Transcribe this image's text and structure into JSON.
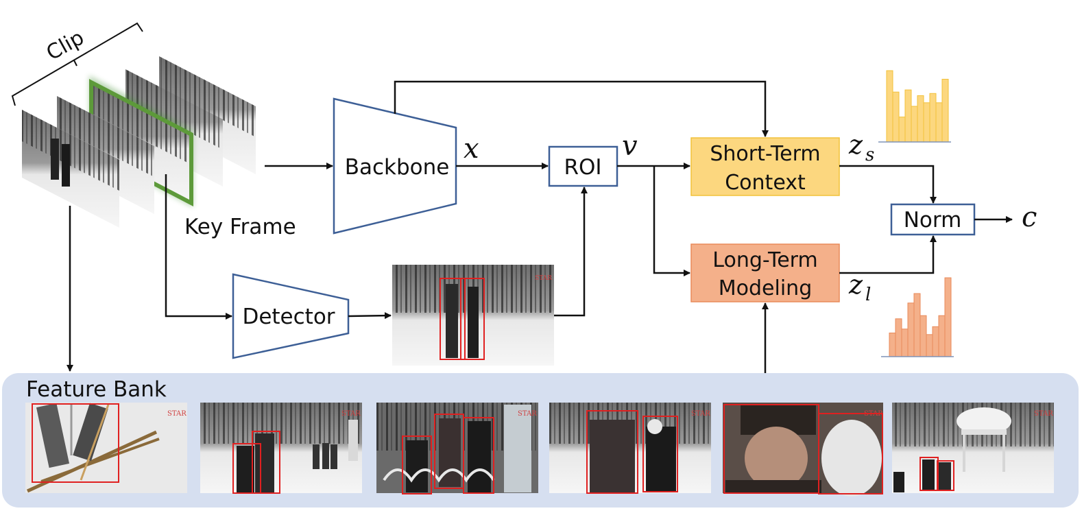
{
  "labels": {
    "clip": "Clip",
    "key_frame": "Key Frame",
    "backbone": "Backbone",
    "roi": "ROI",
    "detector": "Detector",
    "short_term_line1": "Short-Term",
    "short_term_line2": "Context",
    "long_term_line1": "Long-Term",
    "long_term_line2": "Modeling",
    "norm": "Norm",
    "feature_bank": "Feature Bank"
  },
  "math": {
    "x": "x",
    "v": "v",
    "z_s_base": "z",
    "z_s_sub": "s",
    "z_l_base": "z",
    "z_l_sub": "l",
    "c": "c"
  },
  "watermark": "STAR",
  "histograms": {
    "short_term": [
      1.0,
      0.7,
      0.35,
      0.73,
      0.5,
      0.65,
      0.55,
      0.68,
      0.55,
      0.88
    ],
    "long_term": [
      0.3,
      0.48,
      0.35,
      0.68,
      0.8,
      0.52,
      0.28,
      0.38,
      0.52,
      1.0
    ]
  },
  "colors": {
    "short_term_fill": "#fcd77f",
    "short_term_border": "#f2c23a",
    "long_term_fill": "#f4b08a",
    "long_term_border": "#e98a5a",
    "module_border": "#3d5f96",
    "key_frame_border": "#5d9a3a",
    "feature_bank_bg": "#d6dff0",
    "detection_box": "#e02020"
  }
}
